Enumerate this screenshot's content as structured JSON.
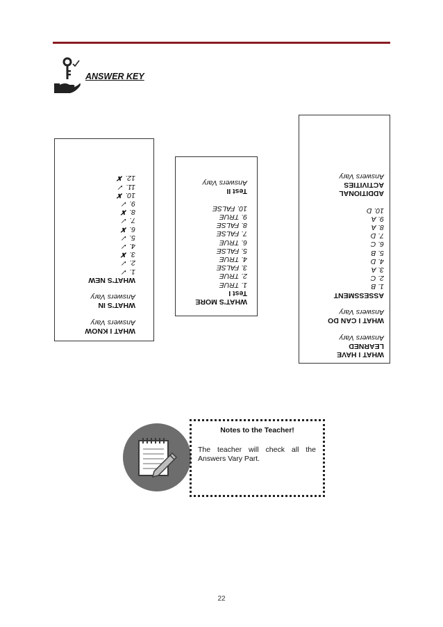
{
  "header": {
    "title": "ANSWER KEY"
  },
  "box1": {
    "lines": [
      {
        "t": "WHAT I KNOW",
        "s": "h"
      },
      {
        "t": "Answers Vary",
        "s": "it"
      },
      {
        "t": "",
        "s": ""
      },
      {
        "t": "WHAT'S IN",
        "s": "h"
      },
      {
        "t": "Answers Vary",
        "s": "it"
      },
      {
        "t": "",
        "s": ""
      },
      {
        "t": "WHAT'S NEW",
        "s": "h"
      },
      {
        "t": "1. ✓",
        "s": "it"
      },
      {
        "t": "2. ✓",
        "s": "it"
      },
      {
        "t": "3. ✘",
        "s": "it"
      },
      {
        "t": "4. ✓",
        "s": "it"
      },
      {
        "t": "5. ✓",
        "s": "it"
      },
      {
        "t": "6. ✘",
        "s": "it"
      },
      {
        "t": "7. ✓",
        "s": "it"
      },
      {
        "t": "8. ✘",
        "s": "it"
      },
      {
        "t": "9. ✓",
        "s": "it"
      },
      {
        "t": "10. ✘",
        "s": "it"
      },
      {
        "t": "11. ✓",
        "s": "it"
      },
      {
        "t": "12. ✘",
        "s": "it"
      }
    ]
  },
  "box2": {
    "lines": [
      {
        "t": "WHAT'S MORE",
        "s": "h"
      },
      {
        "t": "Test I",
        "s": "h"
      },
      {
        "t": "1. TRUE",
        "s": "it"
      },
      {
        "t": "2. TRUE",
        "s": "it"
      },
      {
        "t": "3. FALSE",
        "s": "it"
      },
      {
        "t": "4. TRUE",
        "s": "it"
      },
      {
        "t": "5. FALSE",
        "s": "it"
      },
      {
        "t": "6. TRUE",
        "s": "it"
      },
      {
        "t": "7. FALSE",
        "s": "it"
      },
      {
        "t": "8. FALSE",
        "s": "it"
      },
      {
        "t": "9. TRUE",
        "s": "it"
      },
      {
        "t": "10. FALSE",
        "s": "it"
      },
      {
        "t": "",
        "s": ""
      },
      {
        "t": "Test II",
        "s": "h"
      },
      {
        "t": "Answers Vary",
        "s": "it"
      }
    ]
  },
  "box3": {
    "lines": [
      {
        "t": "WHAT I HAVE",
        "s": "h"
      },
      {
        "t": "LEARNED",
        "s": "h"
      },
      {
        "t": "Answers Vary",
        "s": "it"
      },
      {
        "t": "",
        "s": ""
      },
      {
        "t": "WHAT I CAN DO",
        "s": "h"
      },
      {
        "t": "Answers Vary",
        "s": "it"
      },
      {
        "t": "",
        "s": ""
      },
      {
        "t": "ASSESSMENT",
        "s": "h"
      },
      {
        "t": "1. B",
        "s": "it"
      },
      {
        "t": "2. C",
        "s": "it"
      },
      {
        "t": "3. A",
        "s": "it"
      },
      {
        "t": "4. D",
        "s": "it"
      },
      {
        "t": "5. B",
        "s": "it"
      },
      {
        "t": "6. C",
        "s": "it"
      },
      {
        "t": "7. D",
        "s": "it"
      },
      {
        "t": "8. A",
        "s": "it"
      },
      {
        "t": "9. A",
        "s": "it"
      },
      {
        "t": "10. D",
        "s": "it"
      },
      {
        "t": "",
        "s": ""
      },
      {
        "t": "ADDITIONAL",
        "s": "h"
      },
      {
        "t": "ACTIVITIES",
        "s": "h"
      },
      {
        "t": "Answers Vary",
        "s": "it"
      }
    ]
  },
  "notes": {
    "title": "Notes to the Teacher!",
    "body": "The teacher will check all the Answers Vary Part."
  },
  "page_number": "22"
}
